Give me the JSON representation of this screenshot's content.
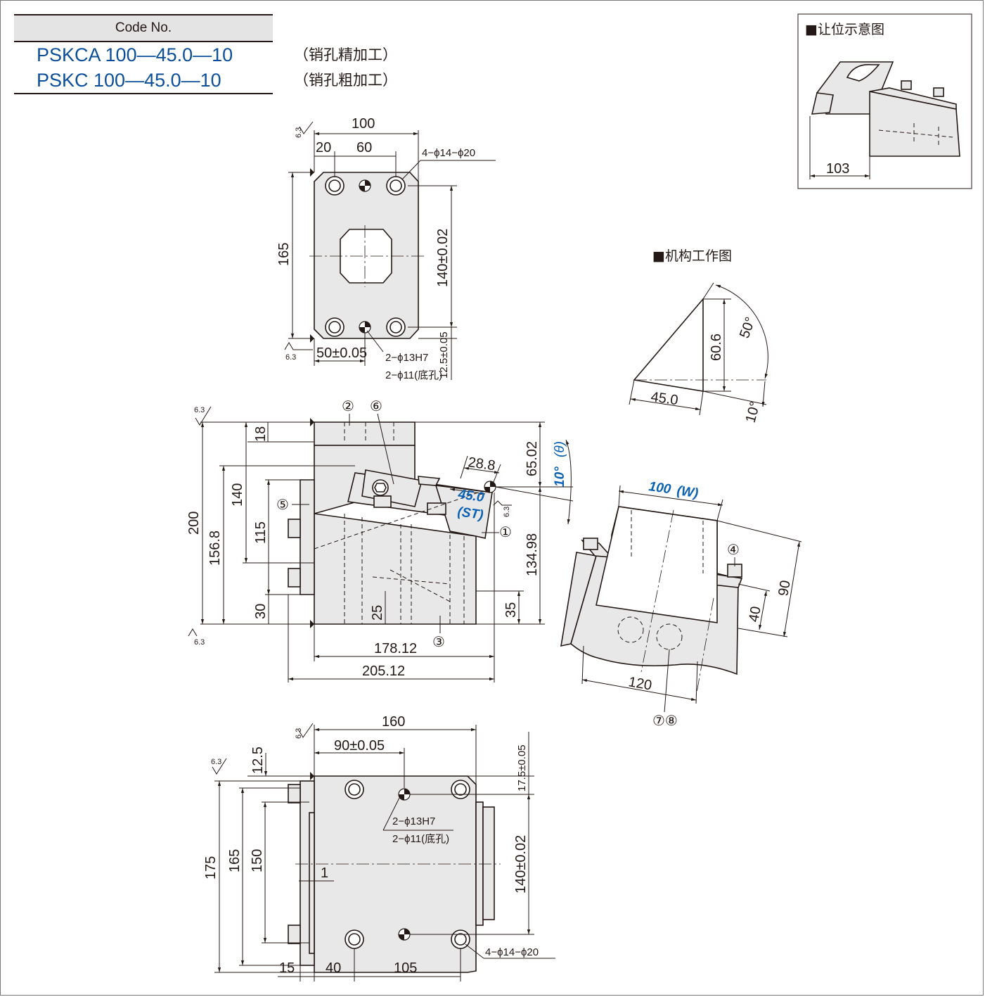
{
  "code_table": {
    "header": "Code No.",
    "rows": [
      {
        "code": "PSKCA 100—45.0—10",
        "note": "（销孔精加工）"
      },
      {
        "code": "PSKC 100—45.0—10",
        "note": "（销孔粗加工）"
      }
    ]
  },
  "clearance_view": {
    "title": "■让位示意图",
    "dim": "103"
  },
  "mechanism_view": {
    "title": "■机构工作图",
    "height": "60.6",
    "base": "45.0",
    "angle_large": "50°",
    "angle_small": "10°"
  },
  "top_view": {
    "roughness": "6.3",
    "width": "100",
    "edge": "20",
    "pitch": "60",
    "holes": "4−ϕ14−ϕ20",
    "height": "165",
    "pitch_v": "140±0.02",
    "offset": "50±0.05",
    "offset_v": "12.5±0.05",
    "pin_a": "2−ϕ13H7",
    "pin_b": "2−ϕ11(底孔)"
  },
  "front_view": {
    "roughness": "6.3",
    "h_total": "200",
    "h_156": "156.8",
    "h_140": "140",
    "h_115": "115",
    "h_30": "30",
    "h_18": "18",
    "h_25": "25",
    "h_35": "35",
    "h_65": "65.02",
    "h_134": "134.98",
    "w_178": "178.12",
    "w_205": "205.12",
    "d_28": "28.8",
    "angle": "10°",
    "theta": "(θ)",
    "stroke": "45.0",
    "st": "(ST)",
    "balloons": [
      "①",
      "②",
      "③",
      "⑤",
      "⑥"
    ]
  },
  "side_view": {
    "width": "100",
    "w_label": "(W)",
    "h_90": "90",
    "h_40": "40",
    "w_120": "120",
    "balloon_4": "④",
    "balloon_78": "⑦⑧"
  },
  "bottom_view": {
    "roughness": "6.3",
    "w_160": "160",
    "w_90": "90±0.05",
    "h_12": "12.5",
    "h_17": "17.5±0.05",
    "h_175": "175",
    "h_165": "165",
    "h_150": "150",
    "d_1": "1",
    "h_140": "140±0.02",
    "pin_a": "2−ϕ13H7",
    "pin_b": "2−ϕ11(底孔)",
    "holes": "4−ϕ14−ϕ20",
    "w_15": "15",
    "w_40": "40",
    "w_105": "105"
  }
}
